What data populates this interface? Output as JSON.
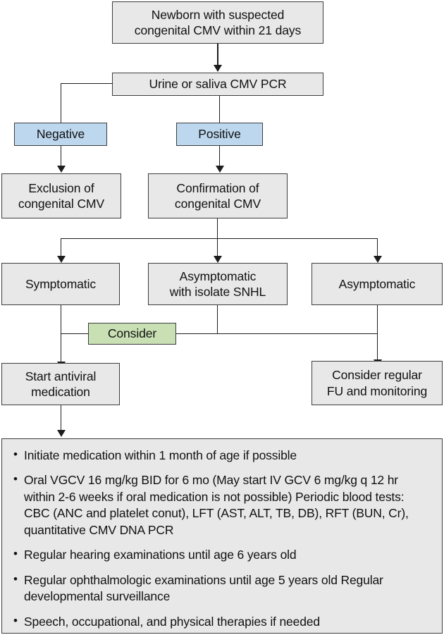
{
  "diagram": {
    "title": "Congenital CMV diagnosis and management flowchart",
    "colors": {
      "node_fill": "#e8e8e8",
      "result_fill": "#bdd7ee",
      "consider_fill": "#c9e0b4",
      "border": "#3d3d3d",
      "connector": "#1d1d1d"
    },
    "nodes": {
      "newborn": "Newborn with suspected\ncongenital CMV within 21 days",
      "newborn_line1": "Newborn with suspected",
      "newborn_line2": "congenital CMV within 21 days",
      "test": "Urine or saliva CMV PCR",
      "negative": "Negative",
      "positive": "Positive",
      "exclusion_line1": "Exclusion of",
      "exclusion_line2": "congenital CMV",
      "confirmation_line1": "Confirmation of",
      "confirmation_line2": "congenital CMV",
      "symptomatic": "Symptomatic",
      "asymptomatic_snhl_line1": "Asymptomatic",
      "asymptomatic_snhl_line2": "with isolate SNHL",
      "asymptomatic": "Asymptomatic",
      "consider": "Consider",
      "start_antiviral_line1": "Start antiviral",
      "start_antiviral_line2": "medication",
      "consider_fu_line1": "Consider regular",
      "consider_fu_line2": "FU and monitoring"
    },
    "management_panel": {
      "bullets": [
        "Initiate medication within 1 month of age if possible",
        "Oral VGCV 16 mg/kg BID for 6 mo (May start IV GCV 6 mg/kg q 12 hr within 2-6 weeks if oral medication is not possible) Periodic blood tests: CBC (ANC and platelet conut), LFT (AST, ALT, TB, DB), RFT (BUN, Cr), quantitative CMV DNA PCR",
        "Regular hearing examinations until age 6 years old",
        "Regular ophthalmologic examinations until age 5 years old Regular developmental surveillance",
        "Speech, occupational, and physical therapies if needed"
      ]
    }
  }
}
